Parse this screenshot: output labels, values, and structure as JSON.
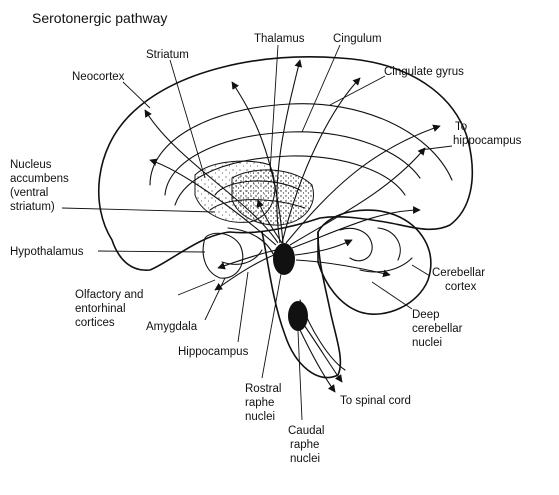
{
  "title": "Serotonergic pathway",
  "labels": {
    "striatum": "Striatum",
    "thalamus": "Thalamus",
    "cingulum": "Cingulum",
    "neocortex": "Neocortex",
    "cingulate_gyrus": "Cingulate gyrus",
    "to_hippocampus_1": "To",
    "to_hippocampus_2": "hippocampus",
    "nucleus_accumbens_1": "Nucleus",
    "nucleus_accumbens_2": "accumbens",
    "nucleus_accumbens_3": "(ventral",
    "nucleus_accumbens_4": "striatum)",
    "hypothalamus": "Hypothalamus",
    "cerebellar_cortex_1": "Cerebellar",
    "cerebellar_cortex_2": "cortex",
    "olfactory_1": "Olfactory and",
    "olfactory_2": "entorhinal",
    "olfactory_3": "cortices",
    "deep_cerebellar_1": "Deep",
    "deep_cerebellar_2": "cerebellar",
    "deep_cerebellar_3": "nuclei",
    "amygdala": "Amygdala",
    "hippocampus": "Hippocampus",
    "rostral_raphe_1": "Rostral",
    "rostral_raphe_2": "raphe",
    "rostral_raphe_3": "nuclei",
    "to_spinal_cord": "To spinal cord",
    "caudal_raphe_1": "Caudal",
    "caudal_raphe_2": "raphe",
    "caudal_raphe_3": "nuclei"
  }
}
